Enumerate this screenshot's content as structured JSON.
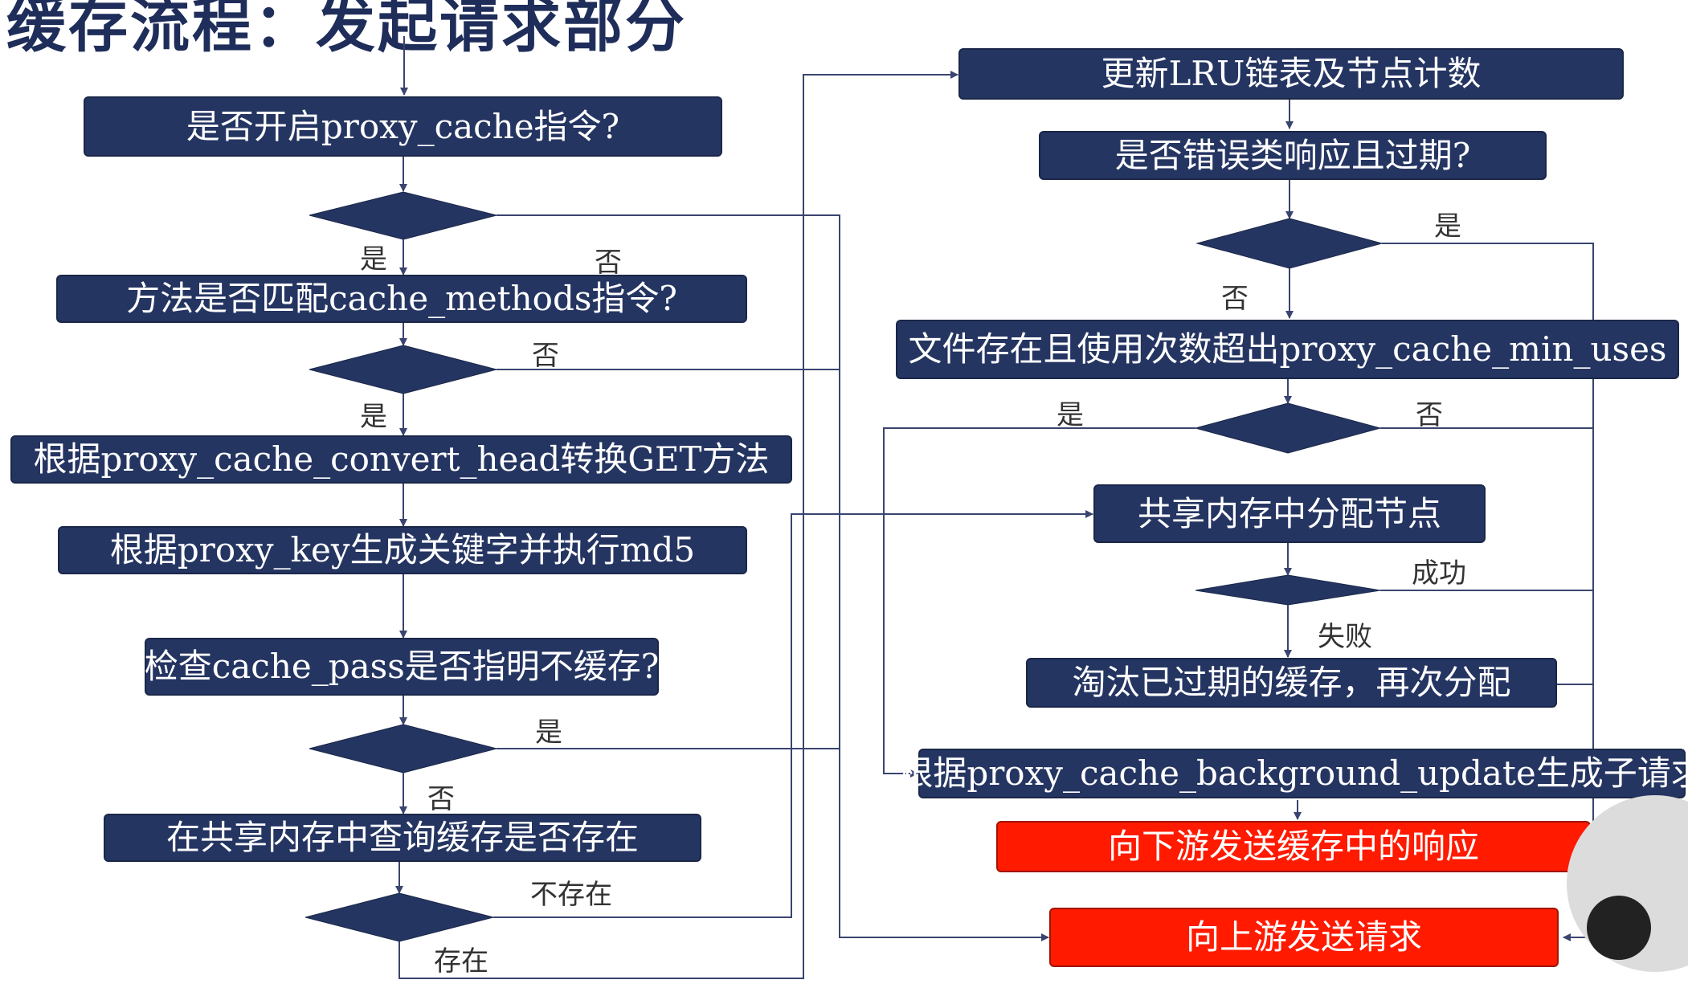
{
  "title": "缓存流程：发起请求部分",
  "boxes": {
    "proxy_cache": "是否开启proxy_cache指令?",
    "cache_methods": "方法是否匹配cache_methods指令?",
    "convert_head": "根据proxy_cache_convert_head转换GET方法",
    "proxy_key": "根据proxy_key生成关键字并执行md5",
    "cache_pass": "检查cache_pass是否指明不缓存?",
    "shm_query": "在共享内存中查询缓存是否存在",
    "update_lru": "更新LRU链表及节点计数",
    "error_expired": "是否错误类响应且过期?",
    "min_uses": "文件存在且使用次数超出proxy_cache_min_uses",
    "alloc_node": "共享内存中分配节点",
    "evict_expired": "淘汰已过期的缓存，再次分配",
    "background_update": "根据proxy_cache_background_update生成子请求",
    "send_downstream": "向下游发送缓存中的响应",
    "send_upstream": "向上游发送请求"
  },
  "labels": {
    "yes1": "是",
    "no1": "否",
    "no2": "否",
    "yes2": "是",
    "yes3": "是",
    "no3": "否",
    "not_exist": "不存在",
    "exist": "存在",
    "yes_r1": "是",
    "no_r1": "否",
    "yes_r2": "是",
    "no_r2": "否",
    "success": "成功",
    "fail": "失败"
  },
  "colors": {
    "box_fill": "#253562",
    "highlight_fill": "#ff1a00",
    "line": "#3a4470"
  }
}
